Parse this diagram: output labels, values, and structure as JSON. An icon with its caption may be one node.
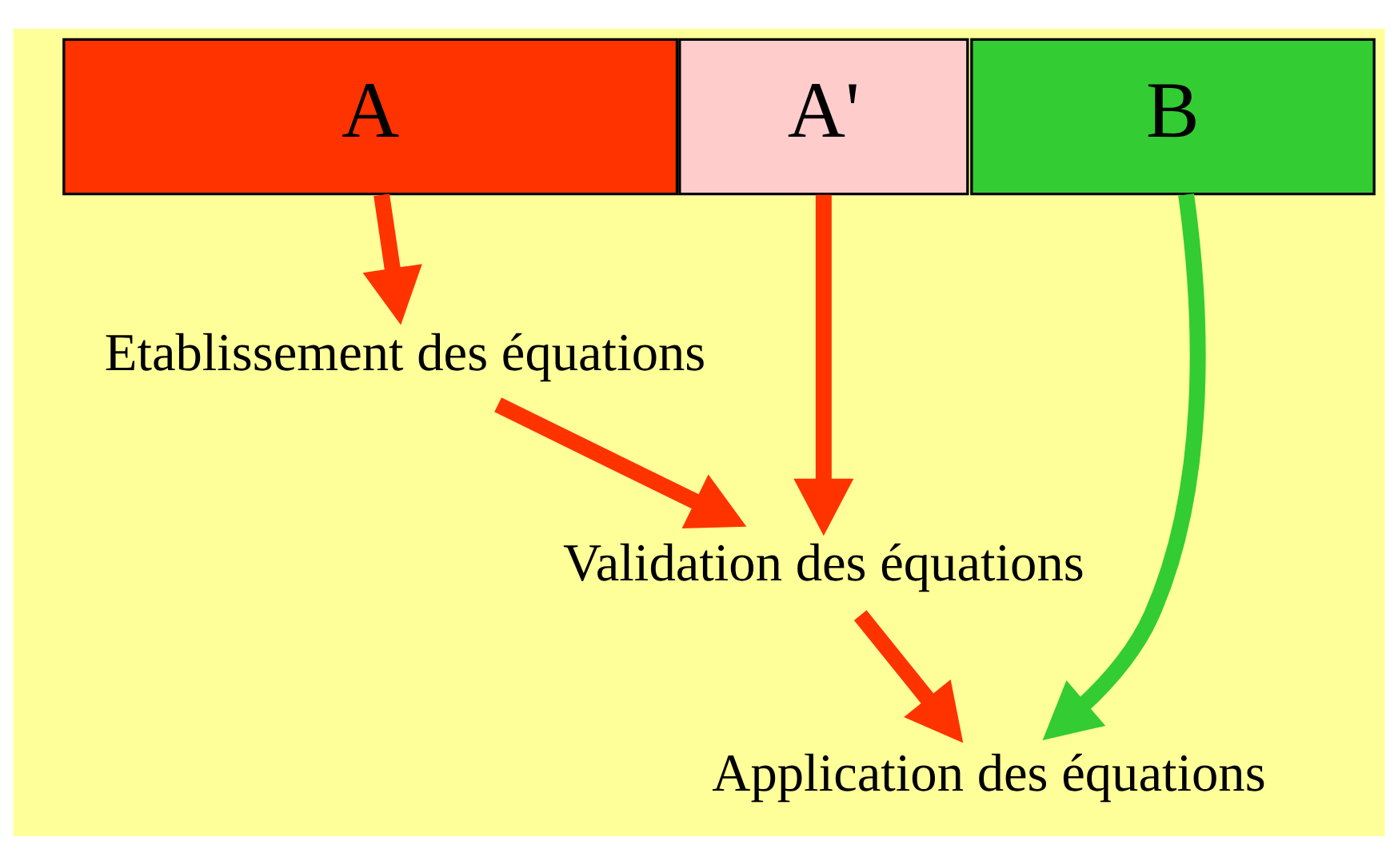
{
  "diagram": {
    "nodes": [
      {
        "text": [
          "A"
        ]
      },
      {
        "text": [
          "A'"
        ]
      },
      {
        "text": [
          "B"
        ]
      },
      {
        "text": [
          "Etablissement des équations"
        ]
      },
      {
        "text": [
          "Validation des équations"
        ]
      },
      {
        "text": [
          "Application des équations"
        ]
      }
    ],
    "edges": [
      {
        "from": 0,
        "to": 3,
        "arrow": "to"
      },
      {
        "from": 1,
        "to": 4,
        "arrow": "to"
      },
      {
        "from": 2,
        "to": 5,
        "arrow": "to",
        "color": "#33cc33"
      },
      {
        "from": 3,
        "to": 4,
        "arrow": "to"
      },
      {
        "from": 4,
        "to": 5,
        "arrow": "to"
      }
    ]
  }
}
